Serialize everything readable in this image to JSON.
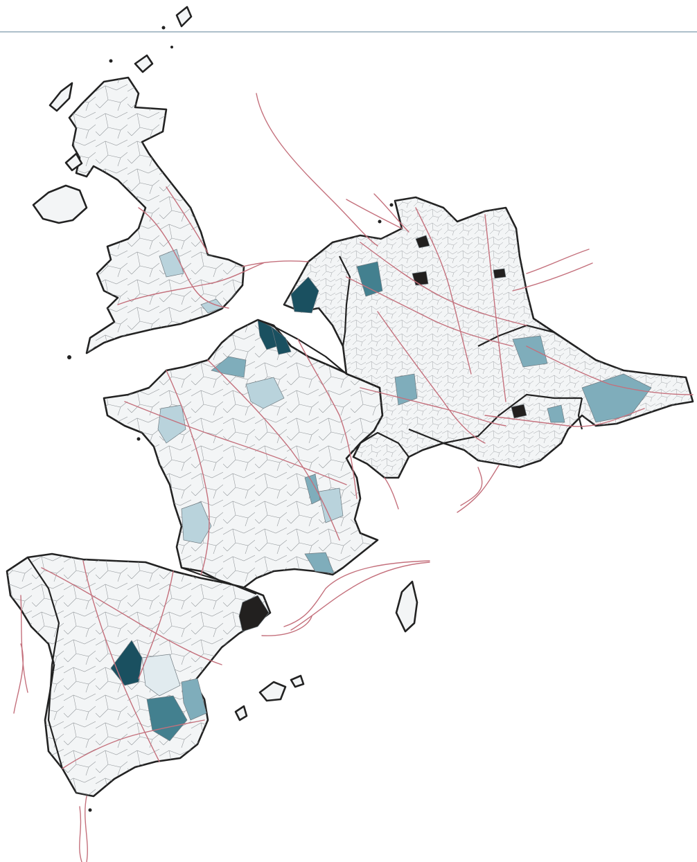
{
  "map": {
    "style": {
      "land_fill": "#f3f5f6",
      "outline": "#222222",
      "route_color": "#c4707c",
      "header_rule_color": "#5b7f96"
    },
    "choropleth_scale": [
      "#f3f5f6",
      "#e1ebef",
      "#b9d3dc",
      "#7fadbb",
      "#43808f",
      "#1a5060",
      "#22201f"
    ],
    "regions": [
      {
        "id": "calais",
        "level": 5
      },
      {
        "id": "nord",
        "level": 5
      },
      {
        "id": "normandy",
        "level": 3
      },
      {
        "id": "brittany-east",
        "level": 2
      },
      {
        "id": "champagne",
        "level": 2
      },
      {
        "id": "rhone",
        "level": 3
      },
      {
        "id": "lyon",
        "level": 2
      },
      {
        "id": "bordeaux",
        "level": 2
      },
      {
        "id": "provence",
        "level": 3
      },
      {
        "id": "catalonia",
        "level": 6
      },
      {
        "id": "madrid",
        "level": 5
      },
      {
        "id": "toledo",
        "level": 1
      },
      {
        "id": "valencia",
        "level": 3
      },
      {
        "id": "albacete",
        "level": 4
      },
      {
        "id": "randstad",
        "level": 5
      },
      {
        "id": "hamburg",
        "level": 6
      },
      {
        "id": "berlin",
        "level": 6
      },
      {
        "id": "hanover",
        "level": 6
      },
      {
        "id": "ruhr",
        "level": 4
      },
      {
        "id": "frankfurt",
        "level": 3
      },
      {
        "id": "prague",
        "level": 3
      },
      {
        "id": "vienna",
        "level": 6
      },
      {
        "id": "lower-austria",
        "level": 3
      },
      {
        "id": "hungary-west",
        "level": 3
      },
      {
        "id": "london",
        "level": 2
      },
      {
        "id": "midlands",
        "level": 2
      }
    ]
  }
}
